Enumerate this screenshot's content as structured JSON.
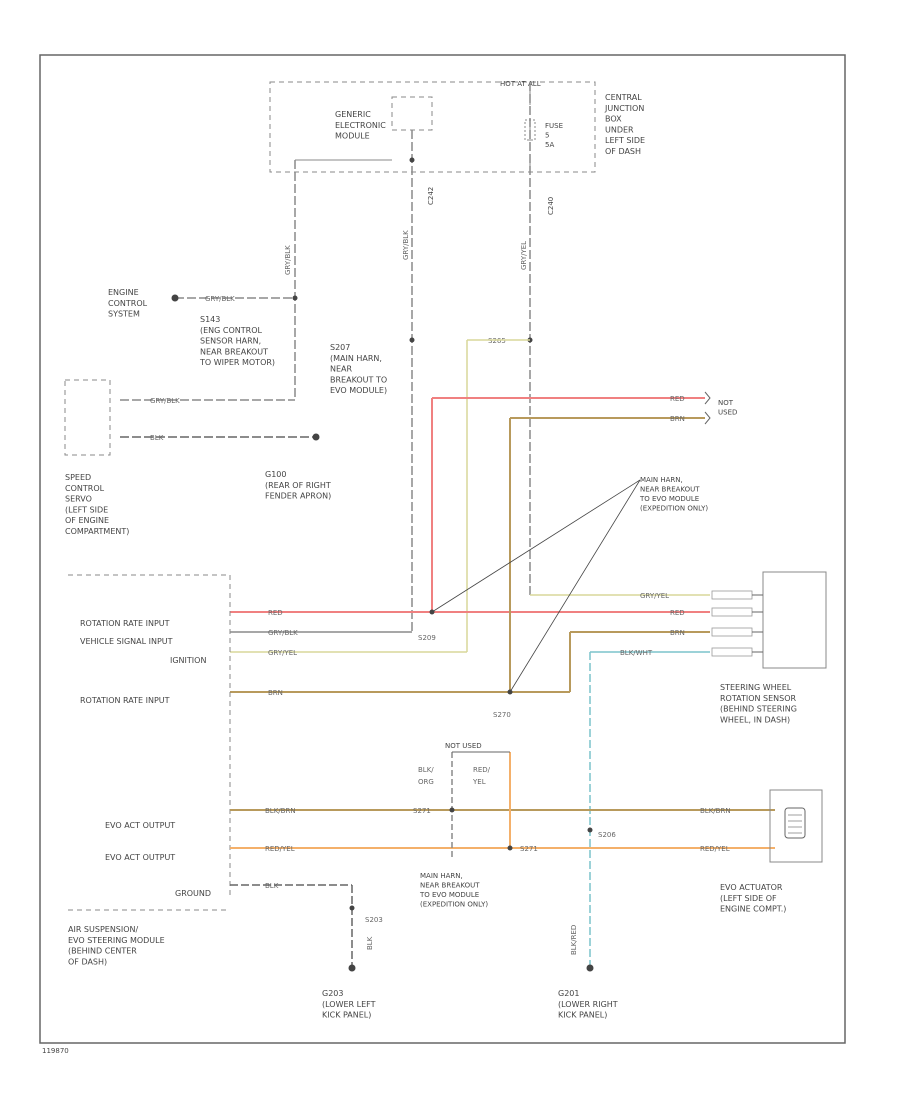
{
  "components": {
    "gem": "GENERIC|ELECTRONIC|MODULE",
    "cjb": "CENTRAL|JUNCTION|BOX|UNDER|LEFT SIDE|OF DASH",
    "fuse": "FUSE|5|5A",
    "hot_at_all_times": "HOT AT ALL",
    "engine_control": "ENGINE|CONTROL|SYSTEM",
    "s143": "S143|(ENG CONTROL|SENSOR HARN,|NEAR BREAKOUT|TO WIPER MOTOR)",
    "s207": "S207|(MAIN HARN,|NEAR|BREAKOUT TO|EVO MODULE)",
    "speed_control": "SPEED|CONTROL|SERVO|(LEFT SIDE|OF ENGINE|COMPARTMENT)",
    "g100": "G100|(REAR OF RIGHT|FENDER APRON)",
    "main_harn_top": "MAIN HARN,|NEAR BREAKOUT|TO EVO MODULE|(EXPEDITION ONLY)",
    "not_used_top": "NOT|USED",
    "module": "AIR SUSPENSION/|EVO STEERING MODULE|(BEHIND CENTER|OF DASH)",
    "steering_sensor": "STEERING WHEEL|ROTATION SENSOR|(BEHIND STEERING|WHEEL, IN DASH)",
    "main_harn_bottom": "MAIN HARN,|NEAR BREAKOUT|TO EVO MODULE|(EXPEDITION ONLY)",
    "not_used_bottom": "NOT USED",
    "evo_actuator": "EVO ACTUATOR|(LEFT SIDE OF|ENGINE COMPT.)",
    "g203": "G203|(LOWER LEFT|KICK PANEL)",
    "g201": "G201|(LOWER RIGHT|KICK PANEL)"
  },
  "pins": {
    "rot_input_1": "ROTATION RATE INPUT",
    "vss_input": "VEHICLE SIGNAL INPUT",
    "ignition": "IGNITION",
    "rot_input_2": "ROTATION RATE INPUT",
    "evo_out_1": "EVO ACT OUTPUT",
    "evo_out_2": "EVO ACT OUTPUT",
    "ground": "GROUND"
  },
  "wires": {
    "gry_blk": "GRY/BLK",
    "red": "RED",
    "gry_yel": "GRY/YEL",
    "brn": "BRN",
    "blk_wht": "BLK/WHT",
    "blk_brn": "BLK/BRN",
    "red_yel": "RED/YEL",
    "blk": "BLK",
    "blk_red": "BLK/RED"
  },
  "splices": {
    "s265": "S265",
    "s209": "S209",
    "s270": "S270",
    "s203": "S203",
    "s206": "S206",
    "s271": "S271"
  },
  "connectors": {
    "c242": "C242",
    "c240": "C240"
  },
  "colors": {
    "red": "#f08080",
    "yellow": "#d8d79a",
    "brown": "#b89a5c",
    "cyan": "#7cc4cc",
    "orange": "#f4b06a",
    "gray": "#8a8a8a"
  },
  "footer_id": "119870"
}
